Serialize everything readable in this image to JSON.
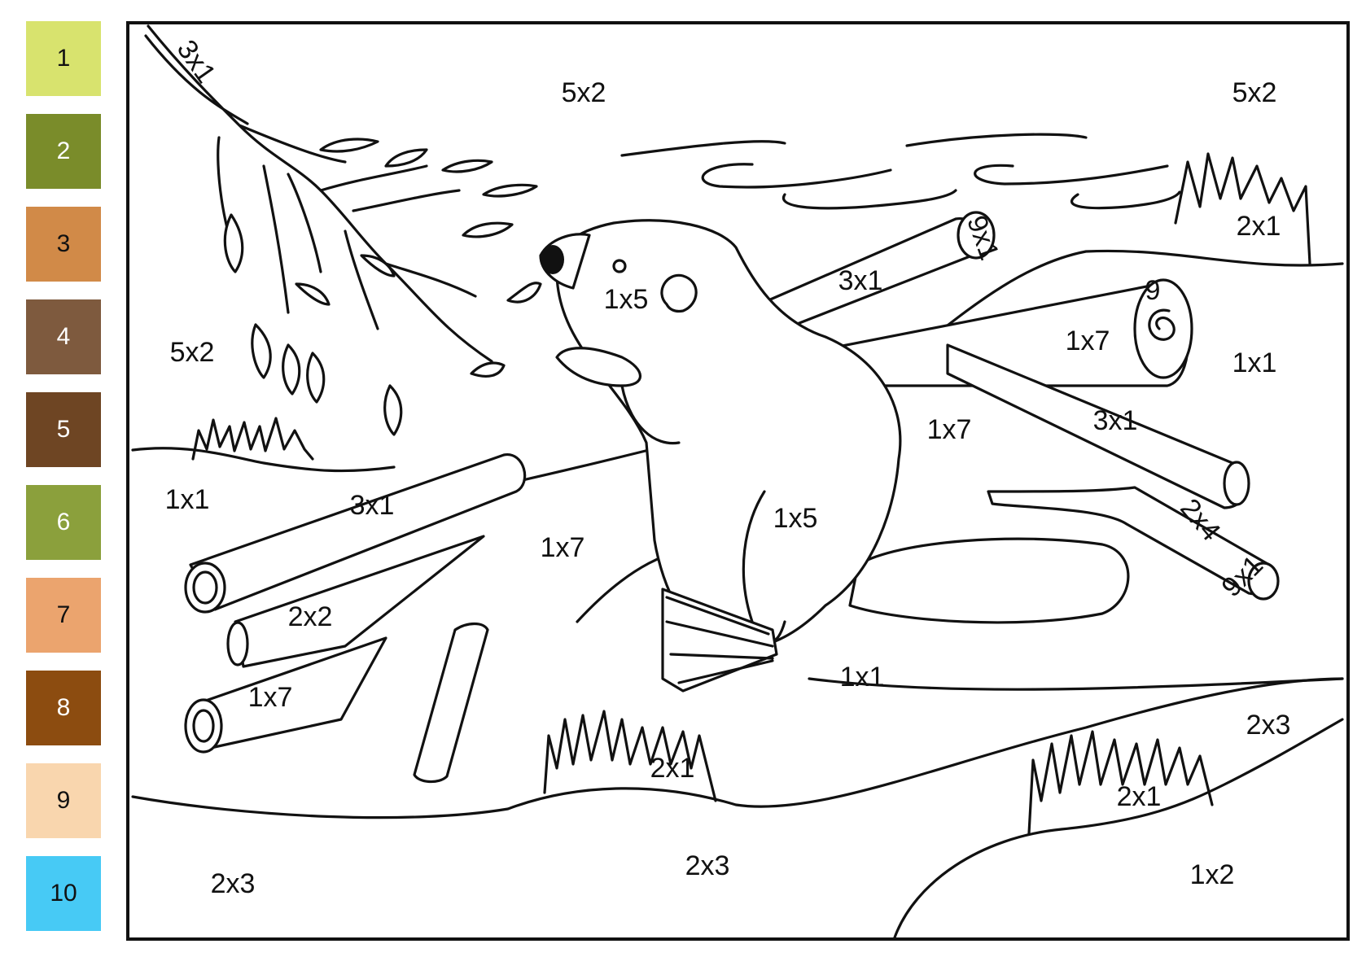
{
  "palette": [
    {
      "number": "1",
      "color": "#d8e36e"
    },
    {
      "number": "2",
      "color": "#7a8c2a"
    },
    {
      "number": "3",
      "color": "#d18a48"
    },
    {
      "number": "4",
      "color": "#7e5a3e"
    },
    {
      "number": "5",
      "color": "#6e4523"
    },
    {
      "number": "6",
      "color": "#8ba03c"
    },
    {
      "number": "7",
      "color": "#eba46e"
    },
    {
      "number": "8",
      "color": "#8c4c10"
    },
    {
      "number": "9",
      "color": "#f9d6ae"
    },
    {
      "number": "10",
      "color": "#47caf5"
    }
  ],
  "labels": {
    "sky_top_mid": "5x2",
    "sky_top_right": "5x2",
    "sky_left": "5x2",
    "branch_top": "3x1",
    "log_end_top": "9x1",
    "log_end_right": "9",
    "log_end_lower_right": "9x1",
    "log_upper": "3x1",
    "beaver_head": "1x5",
    "beaver_body": "1x5",
    "log_right_upper": "1x7",
    "log_right_mid": "3x1",
    "ground_right_top": "1x1",
    "ground_center": "1x7",
    "ground_left": "1x1",
    "log_left_long": "3x1",
    "ground_mid": "1x7",
    "branch_right": "2x4",
    "log_left_mid": "2x2",
    "log_left_bottom": "1x7",
    "grass_top_right": "2x1",
    "grass_mid": "2x1",
    "grass_right": "2x1",
    "ground_bottom_center": "1x1",
    "bank_right": "2x3",
    "bank_bottom_left": "2x3",
    "bank_bottom_mid": "2x3",
    "bank_bottom_right": "1x2"
  }
}
